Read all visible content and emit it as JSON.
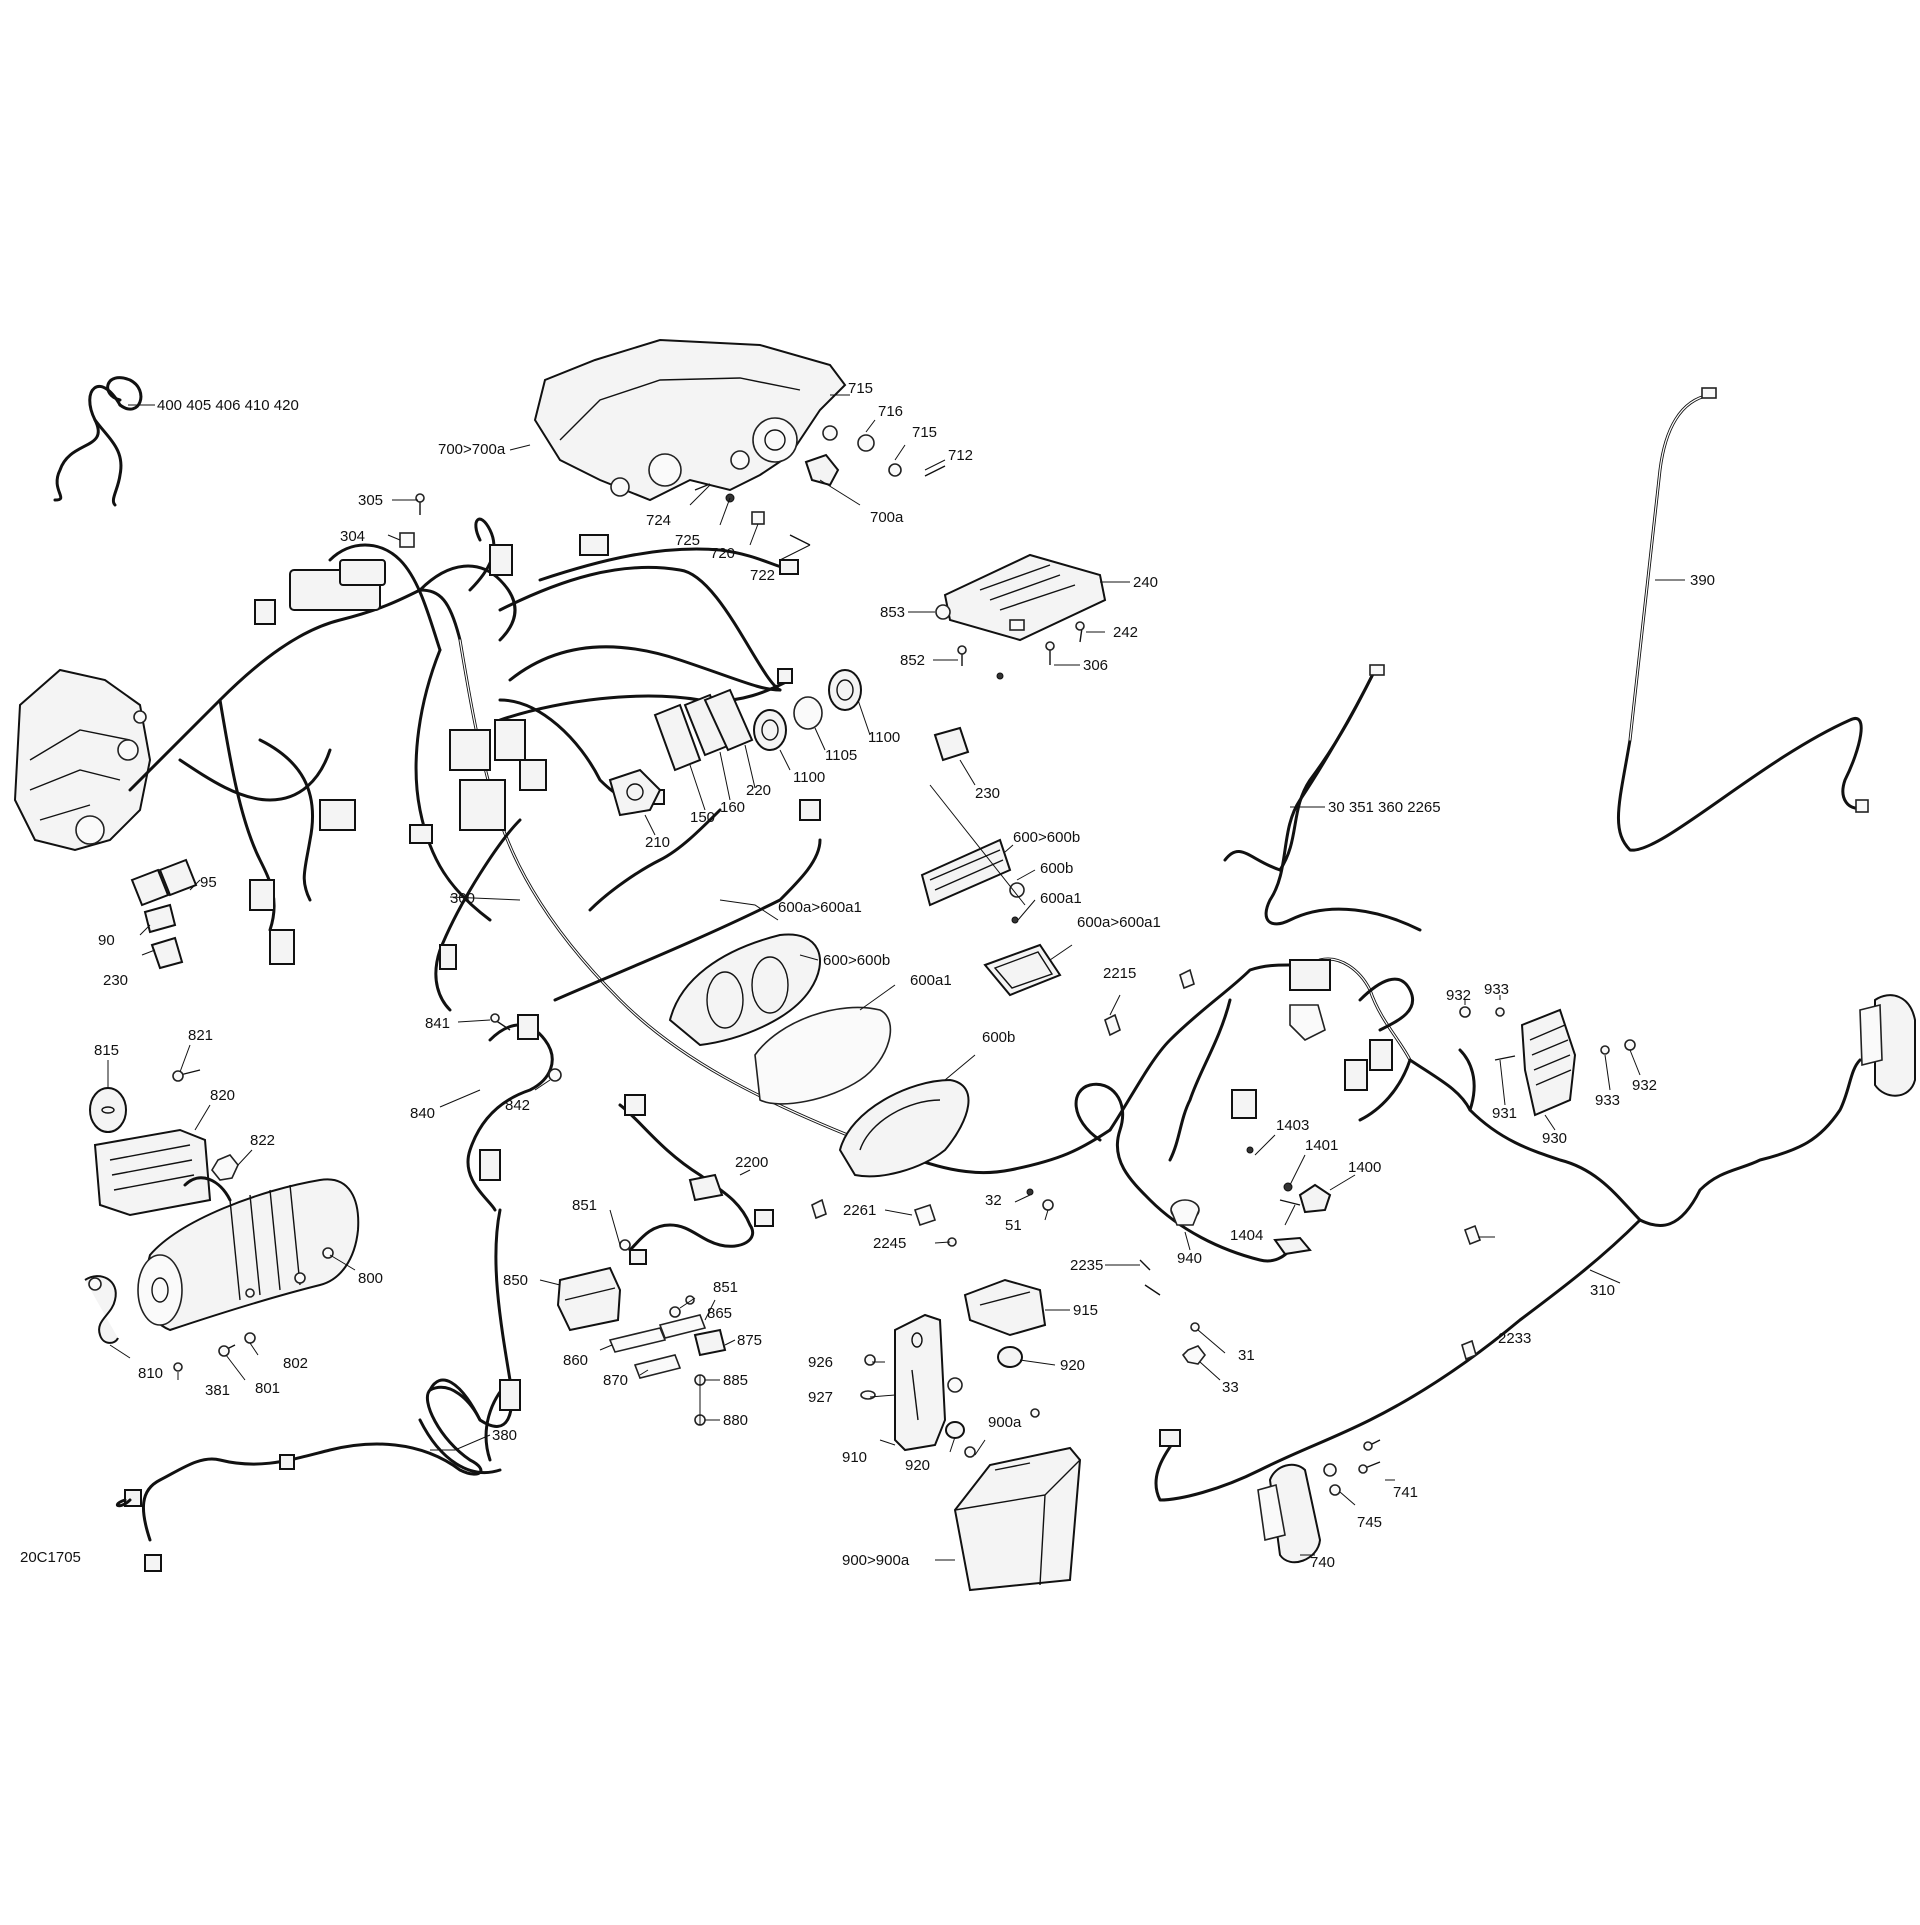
{
  "drawing_code": "20C1705",
  "callouts": {
    "c_400": "400 405 406 410 420",
    "c_700_700a": "700>700a",
    "c_715a": "715",
    "c_716": "716",
    "c_715b": "715",
    "c_712": "712",
    "c_700a": "700a",
    "c_724": "724",
    "c_725": "725",
    "c_720": "720",
    "c_722": "722",
    "c_305": "305",
    "c_304": "304",
    "c_240": "240",
    "c_853": "853",
    "c_242": "242",
    "c_852": "852",
    "c_306": "306",
    "c_390": "390",
    "c_1100a": "1100",
    "c_1105": "1105",
    "c_1100b": "1100",
    "c_220": "220",
    "c_160": "160",
    "c_150": "150",
    "c_210": "210",
    "c_230a": "230",
    "c_30": "30 351 360 2265",
    "c_600_600b_a": "600>600b",
    "c_600b_a": "600b",
    "c_600a1_a": "600a1",
    "c_600a_600a1_a": "600a>600a1",
    "c_600a_600a1_b": "600a>600a1",
    "c_600_600b_b": "600>600b",
    "c_600a1_b": "600a1",
    "c_600b_b": "600b",
    "c_95": "95",
    "c_90": "90",
    "c_230b": "230",
    "c_300": "300",
    "c_2215": "2215",
    "c_932a": "932",
    "c_933a": "933",
    "c_931": "931",
    "c_930": "930",
    "c_933b": "933",
    "c_932b": "932",
    "c_841": "841",
    "c_815": "815",
    "c_821": "821",
    "c_820": "820",
    "c_822": "822",
    "c_840": "840",
    "c_842": "842",
    "c_1403": "1403",
    "c_1401": "1401",
    "c_1400": "1400",
    "c_1404": "1404",
    "c_940": "940",
    "c_2200": "2200",
    "c_851a": "851",
    "c_850": "850",
    "c_851b": "851",
    "c_865": "865",
    "c_875": "875",
    "c_860": "860",
    "c_870": "870",
    "c_885": "885",
    "c_880": "880",
    "c_2261": "2261",
    "c_32": "32",
    "c_51": "51",
    "c_2245": "2245",
    "c_2235": "2235",
    "c_915": "915",
    "c_920a": "920",
    "c_31": "31",
    "c_33": "33",
    "c_2233": "2233",
    "c_310": "310",
    "c_800": "800",
    "c_810": "810",
    "c_381": "381",
    "c_801": "801",
    "c_802": "802",
    "c_926": "926",
    "c_927": "927",
    "c_910": "910",
    "c_920b": "920",
    "c_900a": "900a",
    "c_380": "380",
    "c_900_900a": "900>900a",
    "c_741": "741",
    "c_745": "745",
    "c_740": "740"
  }
}
